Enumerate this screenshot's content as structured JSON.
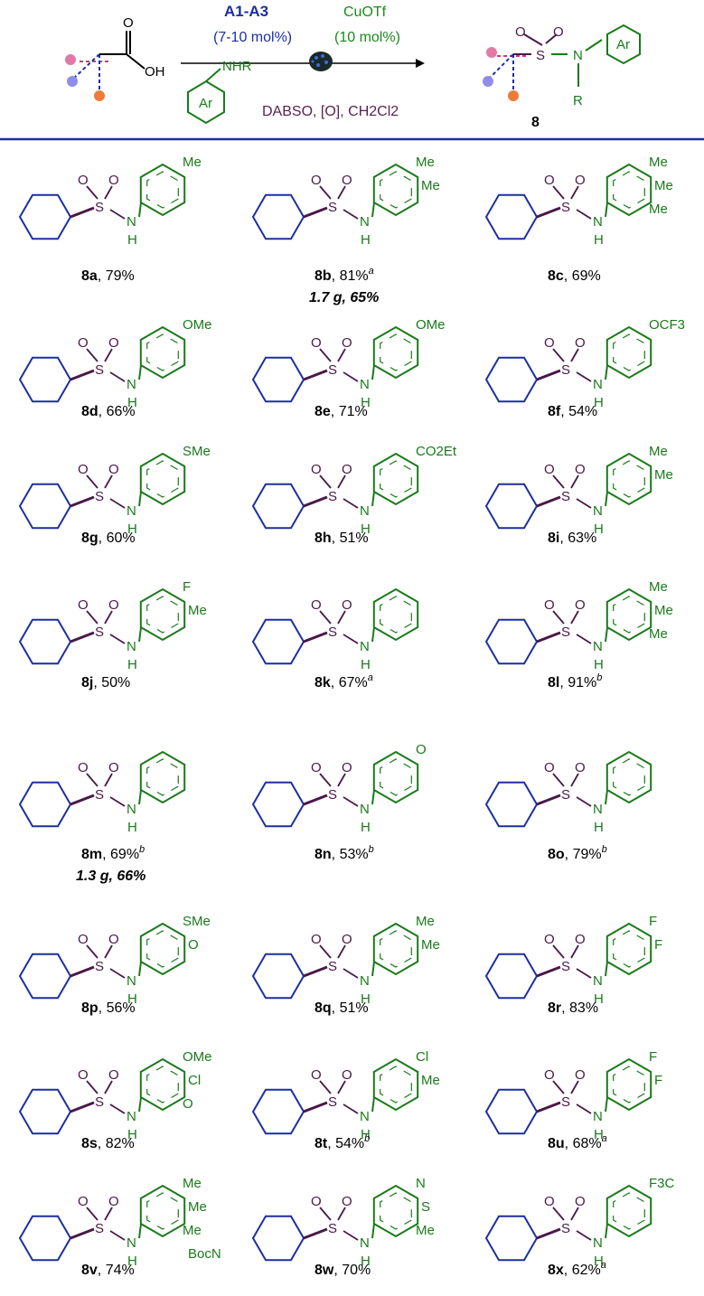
{
  "header": {
    "reagent_catalyst": "A1-A3",
    "catalyst_loading": "(7-10 mol%)",
    "copper_salt": "CuOTf",
    "copper_loading": "(10 mol%)",
    "amine_label": "NHR",
    "aryl_label": "Ar",
    "conditions": "DABSO, [O], CH2Cl2",
    "product_number": "8",
    "product_R": "R",
    "product_N": "N",
    "acid_O": "O",
    "acid_OH": "OH",
    "sulfonyl_S": "S",
    "sulfonyl_O": "O"
  },
  "compounds": [
    {
      "id": "8a",
      "yield": "79%",
      "note": "",
      "sub": [
        "Me"
      ]
    },
    {
      "id": "8b",
      "yield": "81%",
      "note": "a",
      "extra": "1.7 g, 65%",
      "sub": [
        "Me",
        "Me"
      ]
    },
    {
      "id": "8c",
      "yield": "69%",
      "note": "",
      "sub": [
        "Me",
        "Me",
        "Me"
      ]
    },
    {
      "id": "8d",
      "yield": "66%",
      "note": "",
      "sub": [
        "OMe"
      ]
    },
    {
      "id": "8e",
      "yield": "71%",
      "note": "",
      "sub": [
        "OMe"
      ]
    },
    {
      "id": "8f",
      "yield": "54%",
      "note": "",
      "sub": [
        "OCF3"
      ]
    },
    {
      "id": "8g",
      "yield": "60%",
      "note": "",
      "sub": [
        "SMe"
      ]
    },
    {
      "id": "8h",
      "yield": "51%",
      "note": "",
      "sub": [
        "CO2Et"
      ]
    },
    {
      "id": "8i",
      "yield": "63%",
      "note": "",
      "sub": [
        "Me",
        "Me"
      ]
    },
    {
      "id": "8j",
      "yield": "50%",
      "note": "",
      "sub": [
        "F",
        "Me"
      ]
    },
    {
      "id": "8k",
      "yield": "67%",
      "note": "a",
      "sub": []
    },
    {
      "id": "8l",
      "yield": "91%",
      "note": "b",
      "sub": [
        "Me",
        "Me",
        "Me"
      ]
    },
    {
      "id": "8m",
      "yield": "69%",
      "note": "b",
      "extra": "1.3 g, 66%",
      "sub": []
    },
    {
      "id": "8n",
      "yield": "53%",
      "note": "b",
      "sub": [
        "O"
      ]
    },
    {
      "id": "8o",
      "yield": "79%",
      "note": "b",
      "sub": []
    },
    {
      "id": "8p",
      "yield": "56%",
      "note": "",
      "sub": [
        "SMe",
        "O"
      ]
    },
    {
      "id": "8q",
      "yield": "51%",
      "note": "",
      "sub": [
        "Me",
        "Me"
      ]
    },
    {
      "id": "8r",
      "yield": "83%",
      "note": "",
      "sub": [
        "F",
        "F"
      ]
    },
    {
      "id": "8s",
      "yield": "82%",
      "note": "",
      "sub": [
        "OMe",
        "Cl",
        "O"
      ]
    },
    {
      "id": "8t",
      "yield": "54%",
      "note": "b",
      "sub": [
        "Cl",
        "Me"
      ]
    },
    {
      "id": "8u",
      "yield": "68%",
      "note": "a",
      "sub": [
        "F",
        "F"
      ]
    },
    {
      "id": "8v",
      "yield": "74%",
      "note": "",
      "sub": [
        "Me",
        "Me",
        "Me",
        "BocN"
      ]
    },
    {
      "id": "8w",
      "yield": "70%",
      "note": "",
      "sub": [
        "N",
        "S",
        "Me"
      ]
    },
    {
      "id": "8x",
      "yield": "62%",
      "note": "a",
      "sub": [
        "F3C"
      ]
    }
  ],
  "colors": {
    "alkyl": "#1b2fa0",
    "sulfonyl": "#4a1848",
    "aryl": "#1a7a1a",
    "divider": "#1b2fa0"
  }
}
